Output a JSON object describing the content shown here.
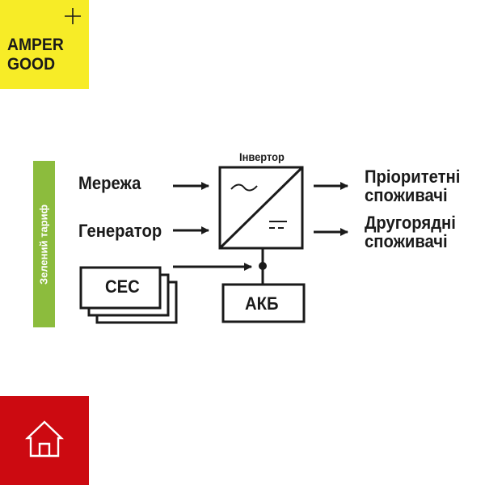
{
  "brand": {
    "line1": "AMPER",
    "line2": "GOOD",
    "colors": {
      "yellow": "#f7ec27",
      "red": "#cc0a11",
      "green": "#8cbc3d"
    }
  },
  "side_label": "Зелений тариф",
  "inputs": {
    "grid": "Мережа",
    "generator": "Генератор",
    "solar": "СЕС"
  },
  "inverter": {
    "label": "Інвертор"
  },
  "battery": {
    "label": "АКБ"
  },
  "outputs": {
    "priority": {
      "line1": "Пріоритетні",
      "line2": "споживачі"
    },
    "secondary": {
      "line1": "Другорядні",
      "line2": "споживачі"
    }
  },
  "icons": {
    "corner": "plus-icon",
    "home": "home-icon"
  }
}
